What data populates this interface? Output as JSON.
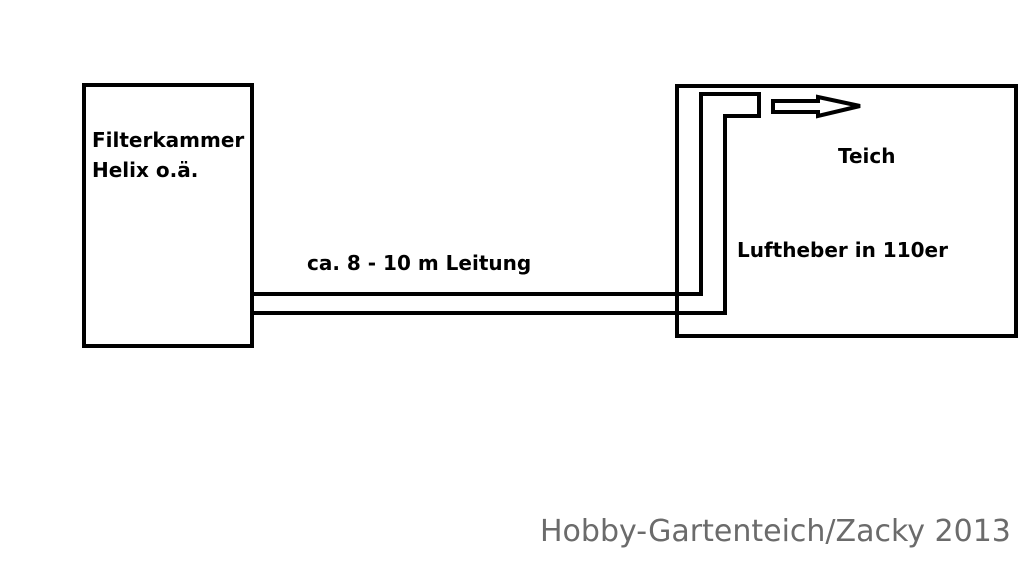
{
  "labels": {
    "filter_line1": "Filterkammer",
    "filter_line2": "Helix o.ä.",
    "pipe": "ca. 8 - 10 m Leitung",
    "pond": "Teich",
    "airlift": "Luftheber in 110er"
  },
  "watermark": "Hobby-Gartenteich/Zacky 2013",
  "colors": {
    "stroke": "#000000",
    "watermark": "#6b6b6b",
    "background": "#ffffff"
  }
}
